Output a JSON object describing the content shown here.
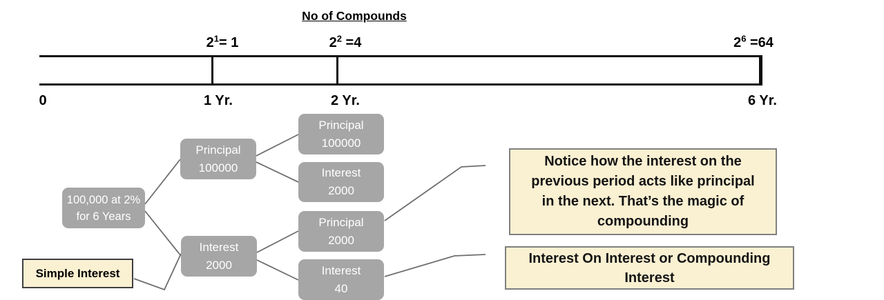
{
  "timeline": {
    "title": "No of Compounds",
    "markers": [
      {
        "base": "2",
        "exp": "1",
        "rest": "= 1"
      },
      {
        "base": "2",
        "exp": "2",
        "rest": " =4"
      },
      {
        "base": "2",
        "exp": "6",
        "rest": " =64"
      }
    ],
    "year_labels": [
      {
        "text": "0"
      },
      {
        "text": "1 Yr."
      },
      {
        "text": "2 Yr."
      },
      {
        "text": "6 Yr."
      }
    ]
  },
  "tree": {
    "root": {
      "line1": "100,000 at 2%",
      "line2": "for 6 Years"
    },
    "level1": [
      {
        "line1": "Principal",
        "line2": "100000"
      },
      {
        "line1": "Interest",
        "line2": "2000"
      }
    ],
    "level2": [
      {
        "line1": "Principal",
        "line2": "100000"
      },
      {
        "line1": "Interest",
        "line2": "2000"
      },
      {
        "line1": "Principal",
        "line2": "2000"
      },
      {
        "line1": "Interest",
        "line2": "40"
      }
    ]
  },
  "callouts": {
    "simple_interest": "Simple Interest",
    "note1": {
      "text": "Notice how the interest on the previous period acts like principal in the next. That’s the magic of compounding",
      "lines": [
        "Notice how the interest on the",
        "previous period acts like principal",
        "in the next. That’s the magic of",
        "compounding"
      ]
    },
    "note2": {
      "text": "Interest On Interest or Compounding Interest",
      "lines": [
        "Interest On Interest or Compounding",
        "Interest"
      ]
    }
  },
  "colors": {
    "tree_box_fill": "#a6a6a6",
    "tree_box_text": "#ffffff",
    "callout_fill": "#faf0d2",
    "simple_interest_border": "#3f3f42",
    "note_border": "#7f7f7f",
    "connector": "#6e6e6e",
    "timeline_line": "#0d0d0d"
  }
}
